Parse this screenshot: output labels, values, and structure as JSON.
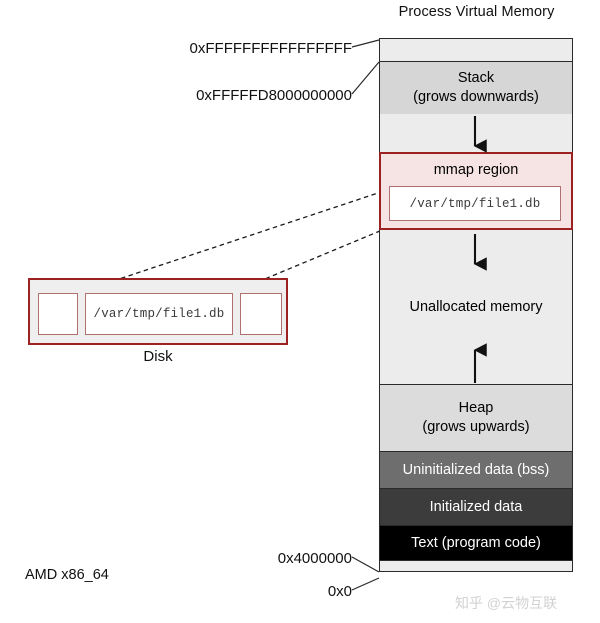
{
  "diagram": {
    "title": "Process Virtual Memory",
    "arch_label": "AMD x86_64",
    "watermark": "知乎 @云物互联"
  },
  "colors": {
    "accent_red": "#9c2222",
    "mmap_fill": "#f6e4e4",
    "file_box_border": "#b07070",
    "stack_fill": "#d6d6d6",
    "heap_fill": "#dcdcdc",
    "unallocated_fill": "#ececec",
    "bss_fill": "#6e6e6e",
    "initialized_fill": "#3c3c3c",
    "text_fill": "#000000",
    "outline": "#2a2a2a"
  },
  "addresses": [
    {
      "id": "top",
      "value": "0xFFFFFFFFFFFFFFFF"
    },
    {
      "id": "mmap_base",
      "value": "0xFFFFFD8000000000"
    },
    {
      "id": "text_base",
      "value": "0x4000000"
    },
    {
      "id": "zero",
      "value": "0x0"
    }
  ],
  "memory_segments": [
    {
      "id": "top_pad",
      "label_line1": "",
      "label_line2": ""
    },
    {
      "id": "stack",
      "label_line1": "Stack",
      "label_line2": "(grows downwards)"
    },
    {
      "id": "gap",
      "label_line1": "",
      "label_line2": ""
    },
    {
      "id": "mmap",
      "label_line1": "mmap region",
      "label_line2": ""
    },
    {
      "id": "unallocated",
      "label_line1": "Unallocated memory",
      "label_line2": ""
    },
    {
      "id": "heap",
      "label_line1": "Heap",
      "label_line2": "(grows upwards)"
    },
    {
      "id": "bss",
      "label_line1": "Uninitialized data (bss)",
      "label_line2": ""
    },
    {
      "id": "initialized",
      "label_line1": "Initialized data",
      "label_line2": ""
    },
    {
      "id": "text",
      "label_line1": "Text (program code)",
      "label_line2": ""
    },
    {
      "id": "bottom_pad",
      "label_line1": "",
      "label_line2": ""
    }
  ],
  "mmap_file": {
    "path": "/var/tmp/file1.db"
  },
  "disk": {
    "label": "Disk",
    "file_path": "/var/tmp/file1.db",
    "blocks": [
      "",
      "/var/tmp/file1.db",
      ""
    ]
  },
  "arrows": [
    {
      "id": "stack-growth-arrow",
      "direction": "down",
      "meaning": "stack grows downwards"
    },
    {
      "id": "heap-growth-arrow",
      "direction": "up",
      "meaning": "heap grows upwards"
    }
  ],
  "connectors": [
    {
      "id": "disk-to-mmap-top",
      "style": "dashed"
    },
    {
      "id": "disk-to-mmap-bottom",
      "style": "dashed"
    }
  ]
}
